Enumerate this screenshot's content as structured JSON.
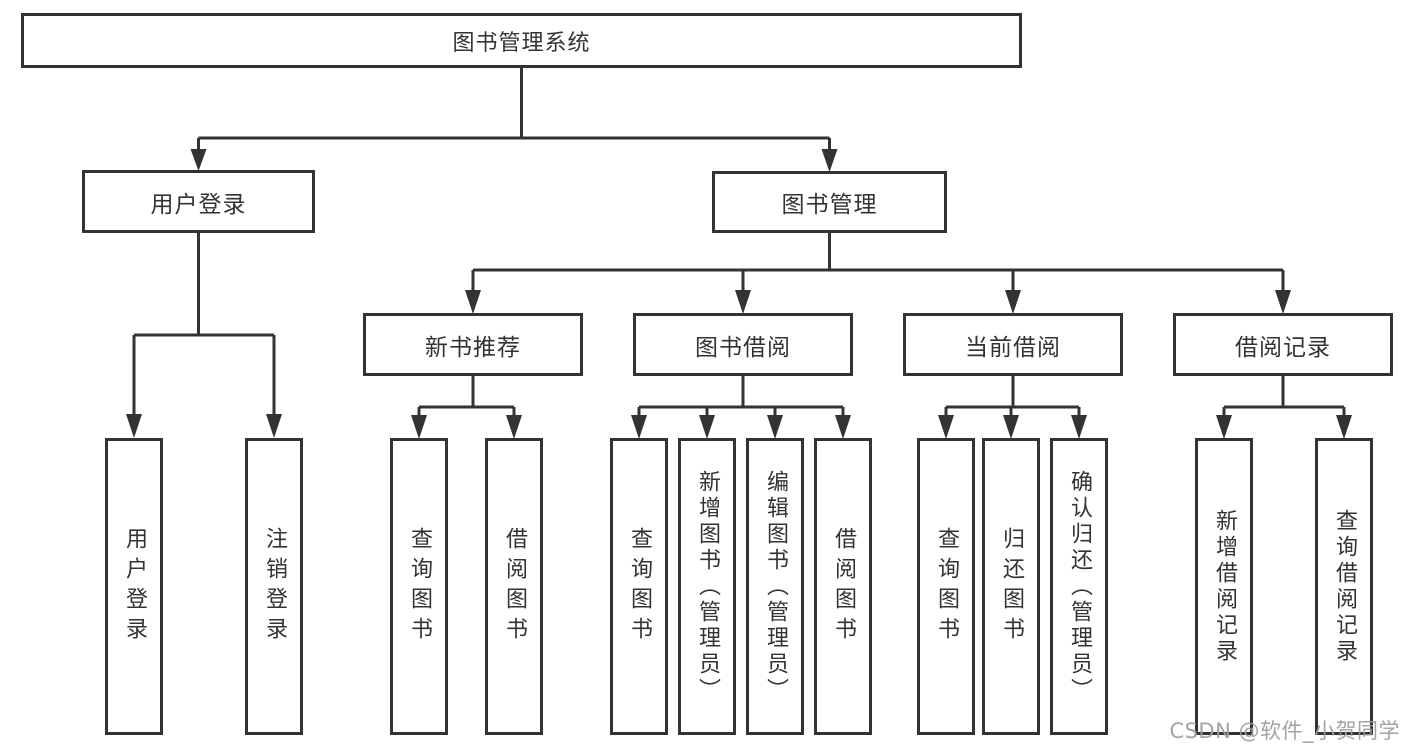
{
  "diagram_type": "hierarchy-tree",
  "colors": {
    "line": "#333333",
    "box_border": "#333333",
    "text": "#333333",
    "watermark": "#9e9e9e",
    "background": "#ffffff"
  },
  "root": {
    "label": "图书管理系统"
  },
  "branches": [
    {
      "label": "用户登录",
      "children": [
        {
          "label": "用户登录"
        },
        {
          "label": "注销登录"
        }
      ]
    },
    {
      "label": "图书管理",
      "children": [
        {
          "label": "新书推荐",
          "children": [
            {
              "label": "查询图书"
            },
            {
              "label": "借阅图书"
            }
          ]
        },
        {
          "label": "图书借阅",
          "children": [
            {
              "label": "查询图书"
            },
            {
              "label": "新增图书（管理员）"
            },
            {
              "label": "编辑图书（管理员）"
            },
            {
              "label": "借阅图书"
            }
          ]
        },
        {
          "label": "当前借阅",
          "children": [
            {
              "label": "查询图书"
            },
            {
              "label": "归还图书"
            },
            {
              "label": "确认归还（管理员）"
            }
          ]
        },
        {
          "label": "借阅记录",
          "children": [
            {
              "label": "新增借阅记录"
            },
            {
              "label": "查询借阅记录"
            }
          ]
        }
      ]
    }
  ],
  "watermark": {
    "text": "CSDN @软件_小贺同学"
  }
}
